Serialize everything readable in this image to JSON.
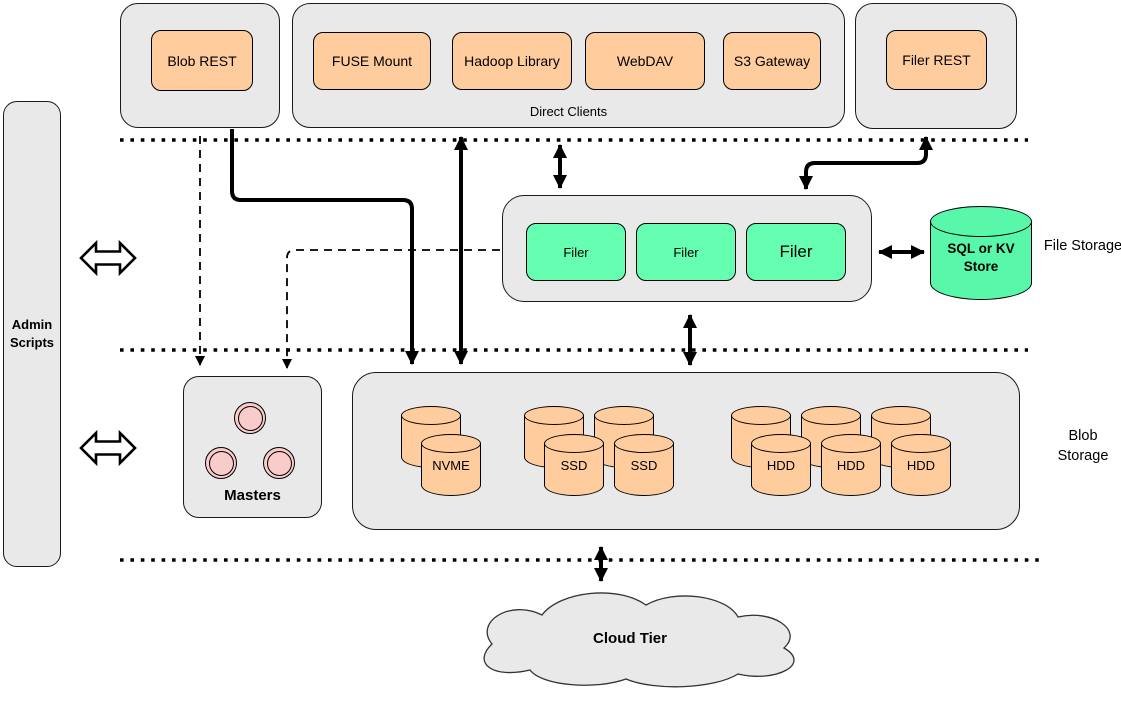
{
  "clients": {
    "blob_rest": "Blob REST",
    "direct_clients_label": "Direct Clients",
    "direct_clients": [
      "FUSE Mount",
      "Hadoop Library",
      "WebDAV",
      "S3 Gateway"
    ],
    "filer_rest": "Filer REST"
  },
  "admin": {
    "label": "Admin Scripts"
  },
  "file_storage": {
    "tier_label": "File Storage",
    "filers": [
      "Filer",
      "Filer",
      "Filer"
    ],
    "store": "SQL or KV Store"
  },
  "blob_storage": {
    "tier_label": "Blob Storage",
    "masters_label": "Masters",
    "volumes": [
      "NVME",
      "SSD",
      "SSD",
      "HDD",
      "HDD",
      "HDD"
    ]
  },
  "cloud": {
    "label": "Cloud Tier"
  },
  "colors": {
    "container_fill": "#E9E9E9",
    "client_box_fill": "#FFCC9E",
    "cyl_fill": "#FFCC9E",
    "filer_fill": "#66FFB2",
    "store_fill": "#58F7A9",
    "master_fill": "#F8CCCA"
  }
}
